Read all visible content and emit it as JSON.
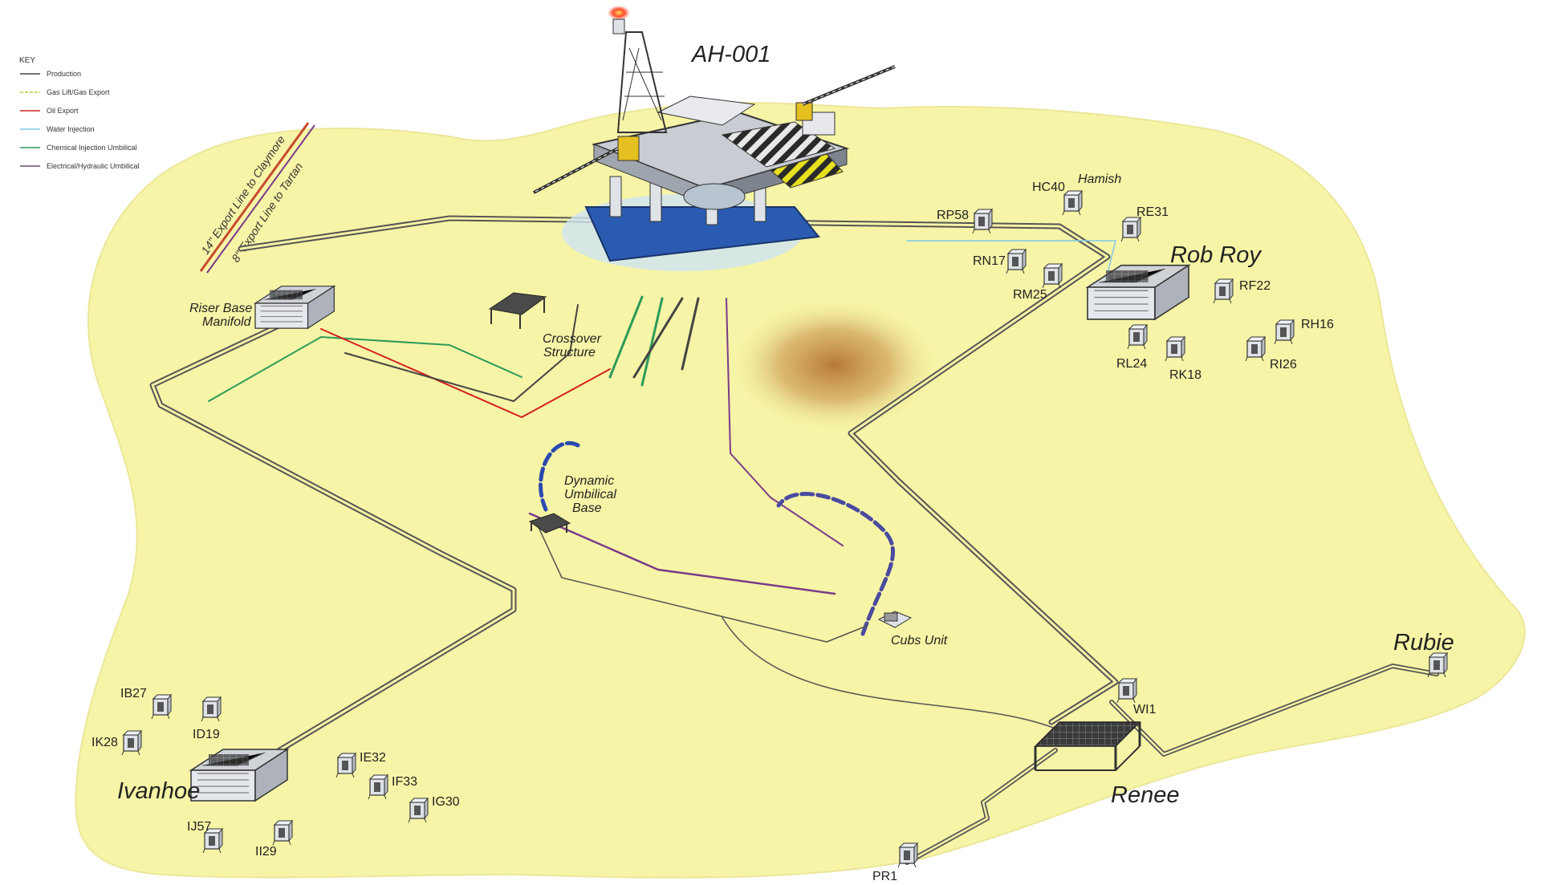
{
  "key": {
    "title": "KEY",
    "items": [
      {
        "label": "Production",
        "color": "#444444"
      },
      {
        "label": "Gas Lift/Gas Export",
        "color": "#b8c832"
      },
      {
        "label": "Oil Export",
        "color": "#d42020"
      },
      {
        "label": "Water Injection",
        "color": "#7ec8e8"
      },
      {
        "label": "Chemical Injection Umbilical",
        "color": "#2c9a5a"
      },
      {
        "label": "Electrical/Hydraulic Umbilical",
        "color": "#6a4a7a"
      }
    ]
  },
  "platform": {
    "name": "AH-001"
  },
  "export_lines": {
    "line1": "14\" Export Line to Claymore",
    "line2": "8\" Export Line to Tartan"
  },
  "structures": {
    "riser_base": {
      "line1": "Riser Base",
      "line2": "Manifold"
    },
    "crossover": {
      "line1": "Crossover",
      "line2": "Structure"
    },
    "dub": {
      "line1": "Dynamic",
      "line2": "Umbilical",
      "line3": "Base"
    },
    "cubs": "Cubs Unit"
  },
  "fields": {
    "rob_roy": "Rob Roy",
    "hamish": "Hamish",
    "ivanhoe": "Ivanhoe",
    "renee": "Renee",
    "rubie": "Rubie"
  },
  "wells": {
    "rob_roy": [
      "HC40",
      "RP58",
      "RE31",
      "RN17",
      "RM25",
      "RF22",
      "RH16",
      "RL24",
      "RK18",
      "RI26"
    ],
    "ivanhoe": [
      "IB27",
      "ID19",
      "IK28",
      "IE32",
      "IF33",
      "IG30",
      "IJ57",
      "II29"
    ],
    "renee": [
      "WI1",
      "PR1"
    ]
  },
  "colors": {
    "seabed": "#f6f4a6",
    "seabed_edge": "#ece79a",
    "hull": "#2a5bb0",
    "deck": "#c9ccd2",
    "flare": "#e8312a",
    "stain": "#b9773a"
  }
}
